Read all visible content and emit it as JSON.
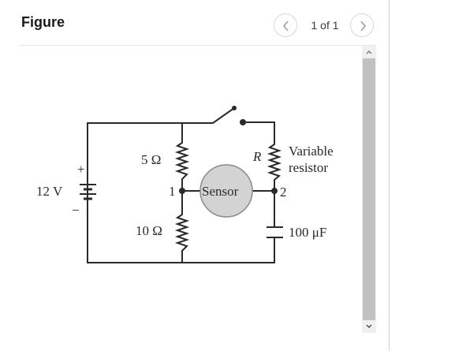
{
  "header": {
    "title": "Figure",
    "pager_text": "1 of 1"
  },
  "icons": {
    "prev": "chevron-left-icon",
    "next": "chevron-right-icon",
    "scroll_up": "chevron-up-icon",
    "scroll_down": "chevron-down-icon"
  },
  "circuit": {
    "battery_voltage": "12 V",
    "battery_plus": "+",
    "battery_minus": "−",
    "resistor_top": "5 Ω",
    "resistor_bottom": "10 Ω",
    "variable_resistor_symbol": "R",
    "variable_resistor_label_line1": "Variable",
    "variable_resistor_label_line2": "resistor",
    "node_1": "1",
    "node_2": "2",
    "sensor_label": "Sensor",
    "capacitor_label": "100 μF"
  },
  "colors": {
    "wire": "#2a2a2a",
    "sensor_fill": "#d3d3d3",
    "scroll_thumb": "#c1c1c1",
    "nav_border": "#d4d8dd"
  }
}
